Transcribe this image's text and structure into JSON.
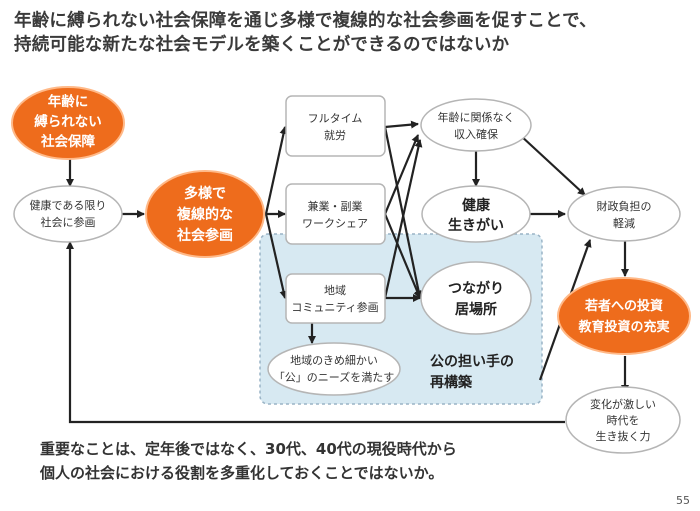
{
  "title": {
    "line1": "年齢に縛られない社会保障を通じ多様で複線的な社会参画を促すことで、",
    "line2": "持続可能な新たな社会モデルを築くことができるのではないか"
  },
  "nodes": {
    "age_free_security": [
      "年齢に",
      "縛られない",
      "社会保障"
    ],
    "participate_while_healthy": [
      "健康である限り",
      "社会に参画"
    ],
    "diverse_participation": [
      "多様で",
      "複線的な",
      "社会参画"
    ],
    "fulltime": [
      "フルタイム",
      "就労"
    ],
    "side_job": [
      "兼業・副業",
      "ワークシェア"
    ],
    "community": [
      "地域",
      "コミュニティ参画"
    ],
    "local_needs": [
      "地域のきめ細かい",
      "「公」のニーズを満たす"
    ],
    "income": [
      "年齢に関係なく",
      "収入確保"
    ],
    "health": [
      "健康",
      "生きがい"
    ],
    "connection": [
      "つながり",
      "居場所"
    ],
    "public_bearers": [
      "公の担い手の",
      "再構築"
    ],
    "fiscal": [
      "財政負担の",
      "軽減"
    ],
    "youth_invest": [
      "若者への投資",
      "教育投資の充実"
    ],
    "survive_change": [
      "変化が激しい",
      "時代を",
      "生き抜く力"
    ]
  },
  "footer": {
    "line1": "重要なことは、定年後ではなく、30代、40代の現役時代から",
    "line2": "個人の社会における役割を多重化しておくことではないか。"
  },
  "page_number": "55",
  "colors": {
    "orange": "#ee6c1c",
    "shaded_area": "#d7e9f2",
    "arrow": "#222222"
  }
}
